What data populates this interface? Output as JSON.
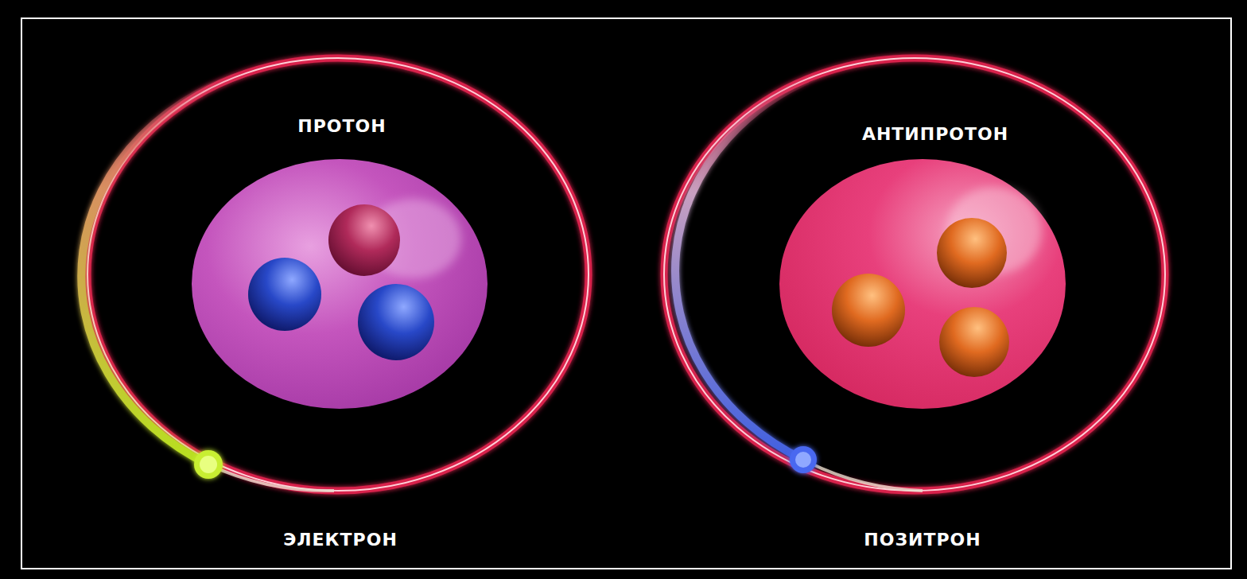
{
  "diagram": {
    "labels": [
      "ПРОТОН",
      "ЭЛЕКТРОН",
      "АНТИПРОТОН",
      "ПОЗИТРОН"
    ]
  }
}
